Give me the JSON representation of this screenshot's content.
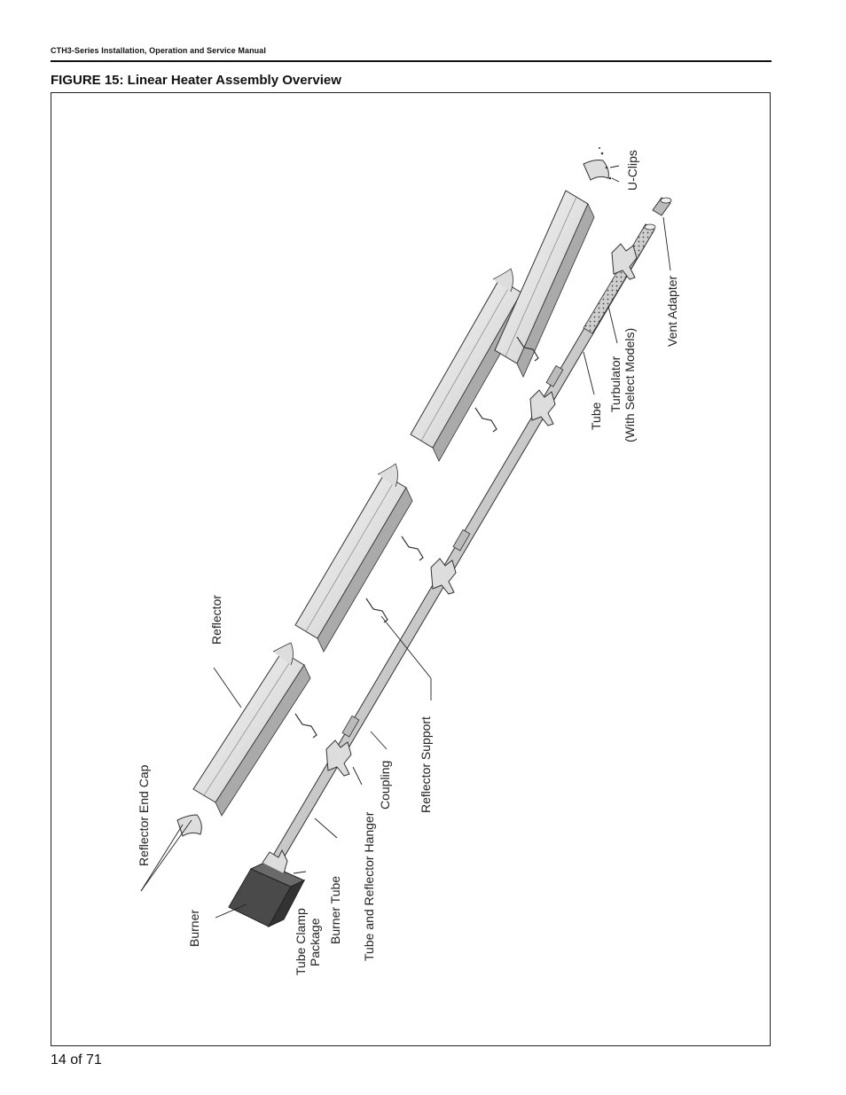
{
  "header": {
    "manual_title": "CTH3-Series Installation, Operation and Service Manual"
  },
  "figure": {
    "title": "FIGURE 15: Linear Heater Assembly Overview",
    "labels": {
      "u_clips": "U-Clips",
      "vent_adapter": "Vent Adapter",
      "tube": "Tube",
      "turbulator_line1": "Turbulator",
      "turbulator_line2": "(With Select Models)",
      "reflector": "Reflector",
      "reflector_end_cap": "Reflector End Cap",
      "reflector_support": "Reflector Support",
      "coupling": "Coupling",
      "tube_and_reflector_hanger": "Tube and Reflector Hanger",
      "burner_tube": "Burner Tube",
      "tube_clamp_line1": "Tube Clamp",
      "tube_clamp_line2": "Package",
      "burner": "Burner"
    }
  },
  "footer": {
    "page_number": "14 of 71"
  }
}
